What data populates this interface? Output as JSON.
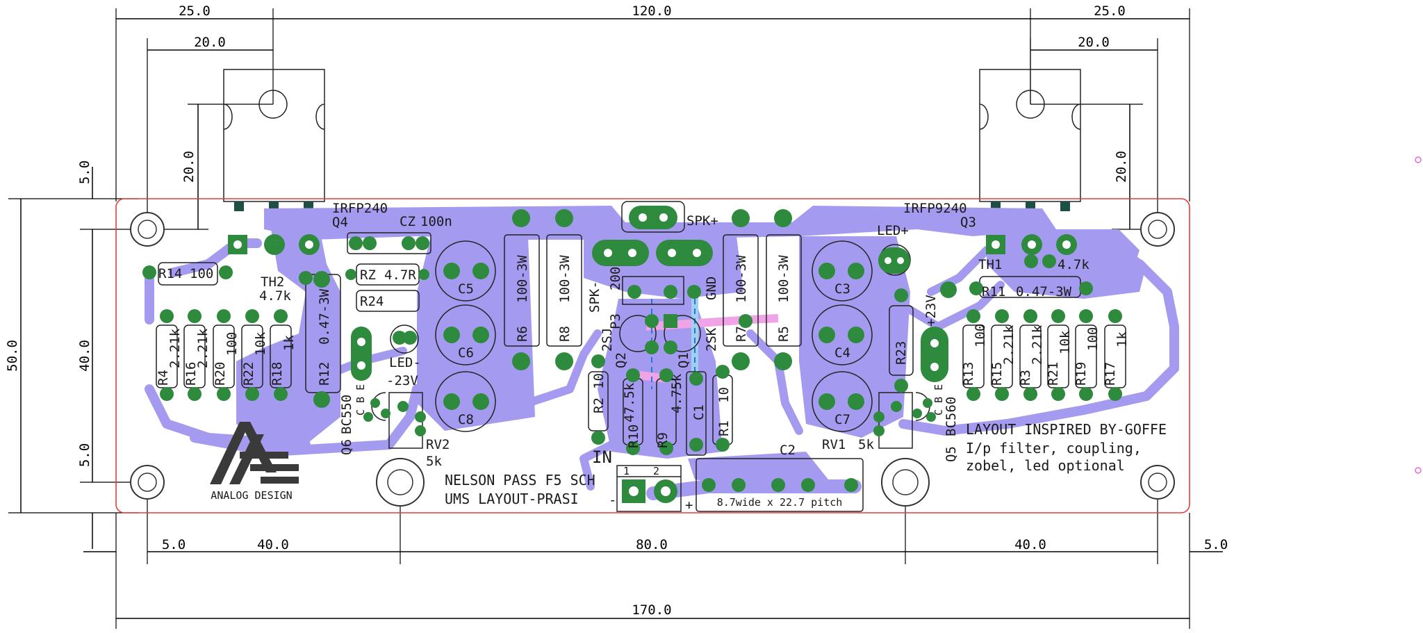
{
  "dimensions": {
    "top_left": "25.0",
    "top_mid": "120.0",
    "top_right": "25.0",
    "left_hs": "20.0",
    "right_hs": "20.0",
    "left_hs_v": "20.0",
    "right_hs_v": "20.0",
    "left_5a": "5.0",
    "left_50": "50.0",
    "left_40": "40.0",
    "left_5b": "5.0",
    "bot_5a": "5.0",
    "bot_40a": "40.0",
    "bot_80": "80.0",
    "bot_40b": "40.0",
    "bot_5b": "5.0",
    "bot_total": "170.0"
  },
  "labels": {
    "q4_part": "IRFP240",
    "q4": "Q4",
    "q3_part": "IRFP9240",
    "q3": "Q3",
    "cz": "CZ",
    "cz_val": "100n",
    "spk_plus": "SPK+",
    "spk_minus": "SPK-",
    "gnd": "GND",
    "p3": "P3",
    "p3_val": "200",
    "led_plus": "LED+",
    "led_minus": "LED-",
    "minus23": "-23V",
    "plus23": "+23V",
    "r14": "R14",
    "r14_val": "100",
    "th2": "TH2",
    "th2_val": "4.7k",
    "th1": "TH1",
    "th1_val": "4.7k",
    "rz": "RZ",
    "rz_val": "4.7R",
    "r24": "R24",
    "r11": "R11",
    "r11_val": "0.47-3W",
    "r12": "R12",
    "r12_val": "0.47-3W",
    "r6": "R6",
    "r8": "R8",
    "r7": "R7",
    "r5": "R5",
    "r_100_3w": "100-3W",
    "c5": "C5",
    "c6": "C6",
    "c8": "C8",
    "c3": "C3",
    "c4": "C4",
    "c7": "C7",
    "r4": "R4",
    "r4_val": "2.21k",
    "r16": "R16",
    "r16_val": "2.21k",
    "r20": "R20",
    "r20_val": "100",
    "r22": "R22",
    "r22_val": "10k",
    "r18": "R18",
    "r18_val": "1k",
    "r13": "R13",
    "r13_val": "100",
    "r15": "R15",
    "r15_val": "2.21k",
    "r3": "R3",
    "r3_val": "2.21k",
    "r21": "R21",
    "r21_val": "10k",
    "r19": "R19",
    "r19_val": "100",
    "r17": "R17",
    "r17_val": "1k",
    "r23": "R23",
    "q2": "Q2",
    "q2_val": "2SJ",
    "q1": "Q1",
    "q1_val": "2SK",
    "r2": "R2",
    "r2_val": "10",
    "r10": "R10",
    "r10_val": "47.5k",
    "r9": "R9",
    "r9_val": "4.75k",
    "c1": "C1",
    "r1": "R1",
    "r1_val": "10",
    "q6": "Q6",
    "q6_part": "BC550",
    "q6_pins": "C B E",
    "q5": "Q5",
    "q5_part": "BC560",
    "q5_pins": "C B E",
    "rv2": "RV2",
    "rv2_val": "5k",
    "rv1": "RV1",
    "rv1_val": "5k",
    "in": "IN",
    "c2": "C2",
    "c2_note": "8.7wide x 22.7 pitch",
    "conn_pin1": "1",
    "conn_pin2": "2",
    "conn_minus": "-",
    "conn_plus": "+",
    "title1": "NELSON PASS F5 SCH",
    "title2": "UMS LAYOUT-PRASI",
    "note1": "LAYOUT INSPIRED BY-GOFFE",
    "note2": "I/p filter, coupling,",
    "note3": "zobel, led optional",
    "logo_text": "ANALOG DESIGN"
  },
  "colors": {
    "copper": "#a49bf0",
    "pad": "#2e8a3c",
    "edge": "#e33c3c",
    "silk": "#1a1a1a"
  }
}
